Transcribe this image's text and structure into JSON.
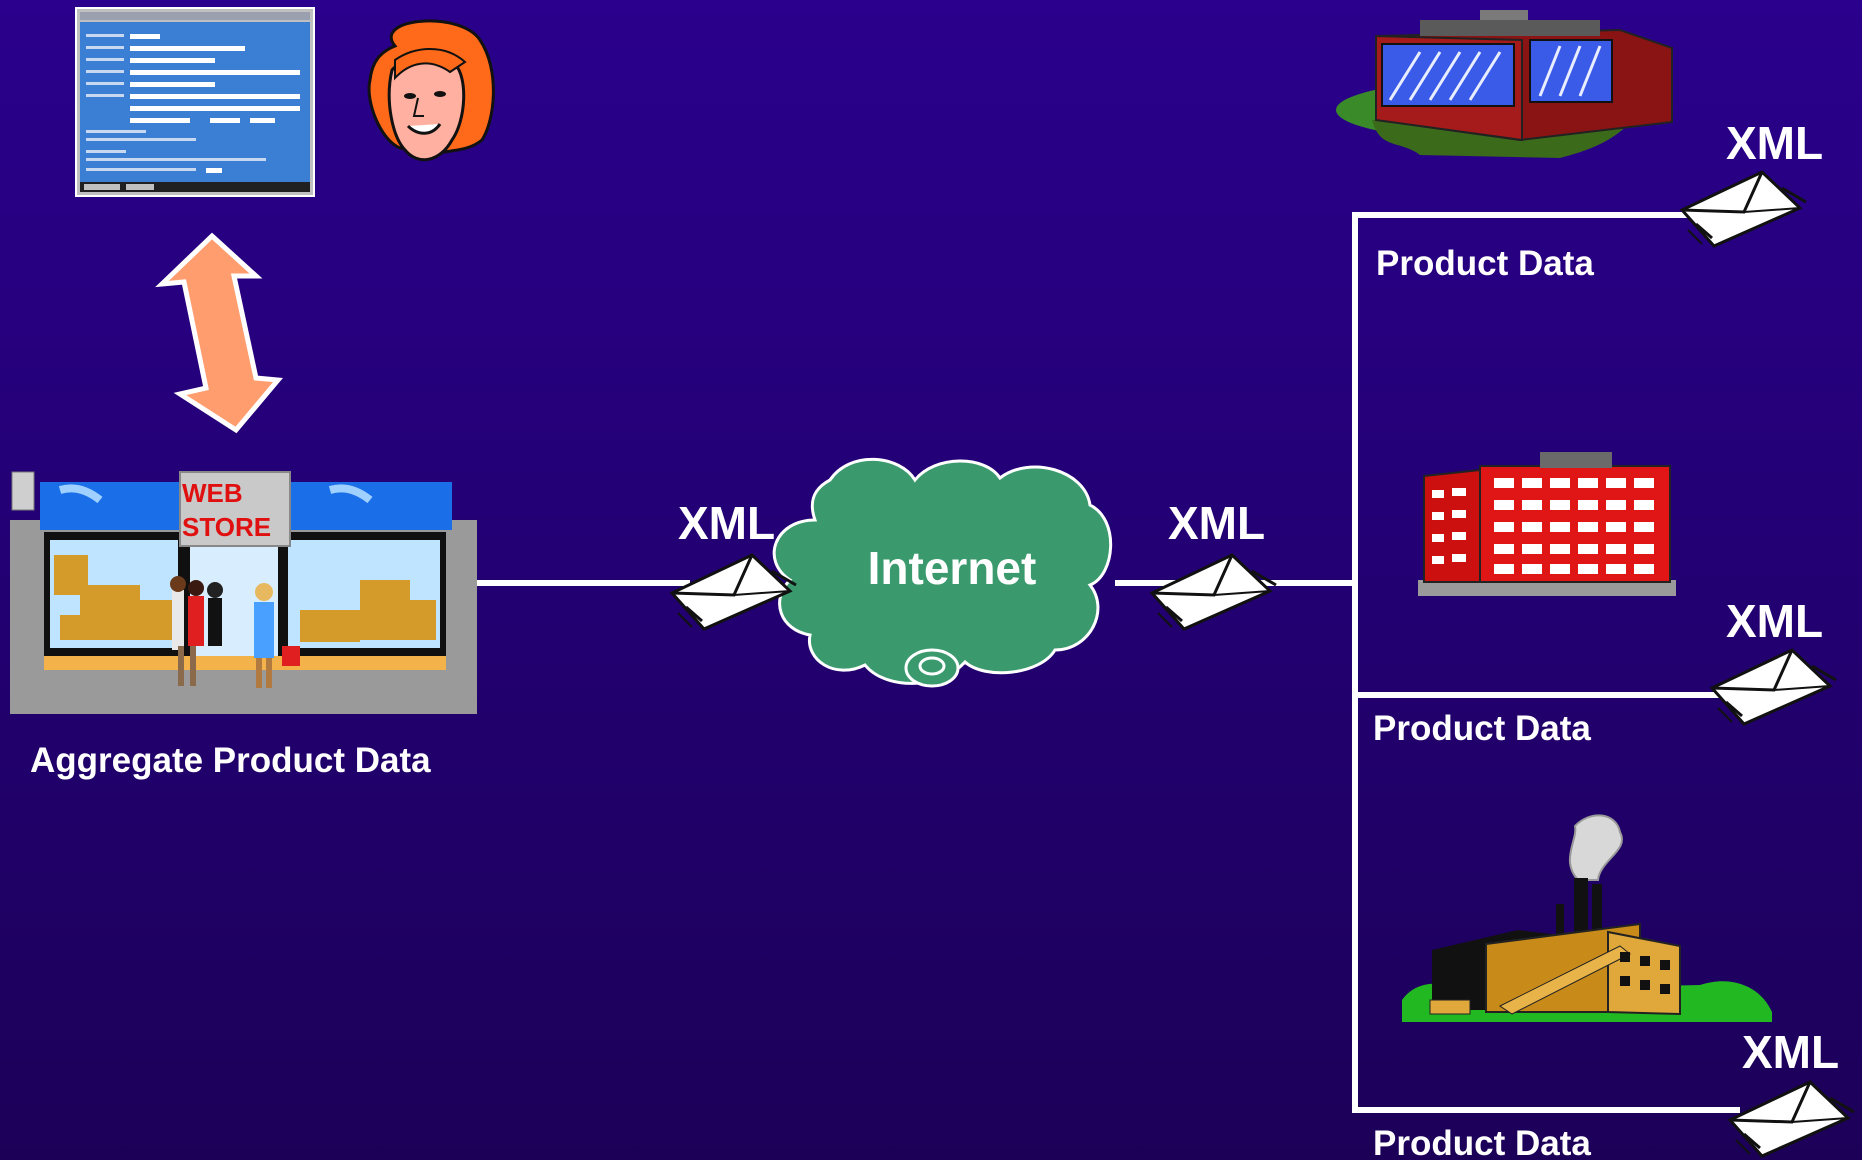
{
  "labels": {
    "aggregate": "Aggregate Product Data",
    "internet": "Internet",
    "xml": "XML",
    "product_data": "Product Data",
    "store_sign_line1": "WEB",
    "store_sign_line2": "STORE"
  },
  "colors": {
    "background": "#25007a",
    "connector": "#ffffff",
    "cloud": "#3a9a6e",
    "arrow": "#ff9d6e"
  },
  "icons": {
    "order_form": "order-form-window-icon",
    "customer": "woman-face-icon",
    "store": "web-store-storefront-icon",
    "cloud": "internet-cloud-icon",
    "envelope": "envelope-icon",
    "warehouse": "warehouse-icon",
    "office": "office-building-icon",
    "factory": "factory-icon"
  }
}
